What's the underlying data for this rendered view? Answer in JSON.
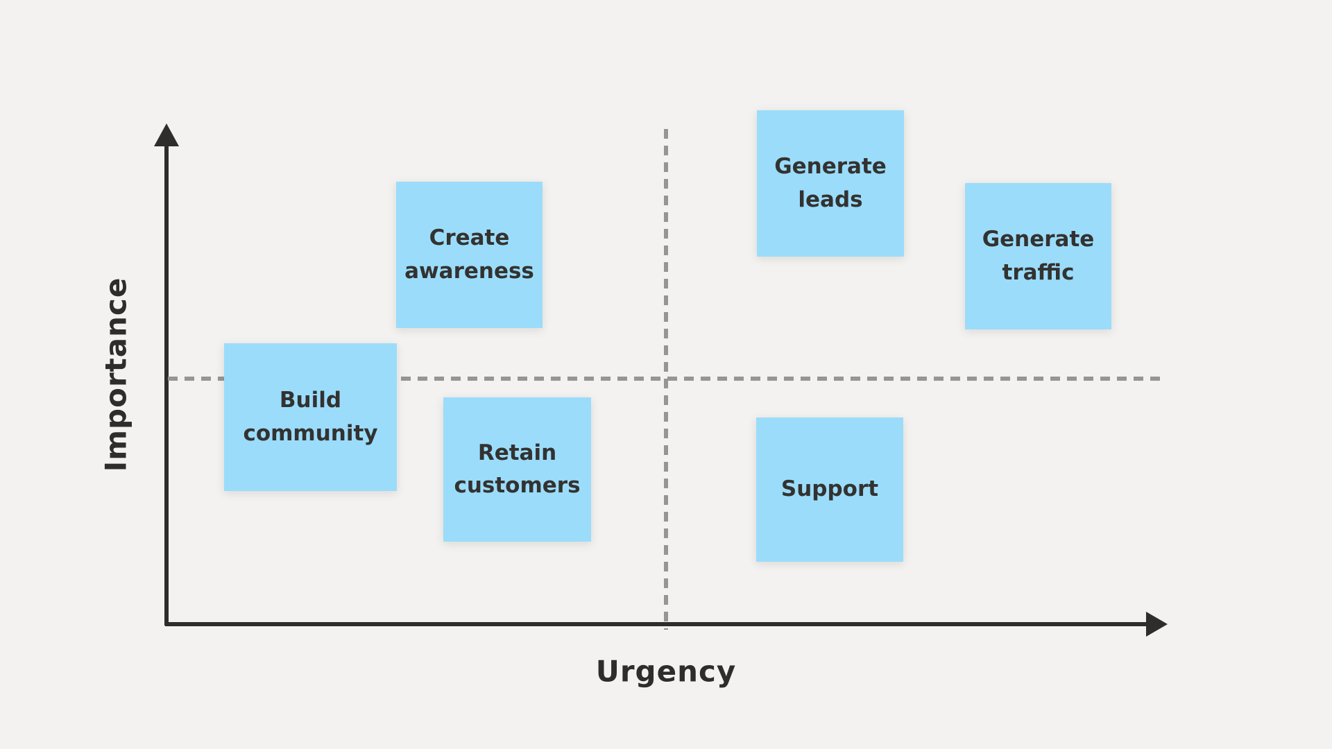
{
  "diagram": {
    "type": "priority-matrix",
    "x_axis_label": "Urgency",
    "y_axis_label": "Importance"
  },
  "colors": {
    "background": "#f3f2f0",
    "axis": "#2e2d2b",
    "divider_dash": "#979592",
    "note_fill": "#9bdcfb",
    "note_text": "#333230"
  },
  "notes": [
    {
      "label": "Create awareness",
      "quadrant": "high-importance-low-urgency"
    },
    {
      "label": "Build community",
      "quadrant": "mid-importance-low-urgency"
    },
    {
      "label": "Retain customers",
      "quadrant": "low-importance-low-urgency"
    },
    {
      "label": "Generate leads",
      "quadrant": "high-importance-high-urgency"
    },
    {
      "label": "Generate traffic",
      "quadrant": "high-importance-high-urgency"
    },
    {
      "label": "Support",
      "quadrant": "low-importance-high-urgency"
    }
  ]
}
